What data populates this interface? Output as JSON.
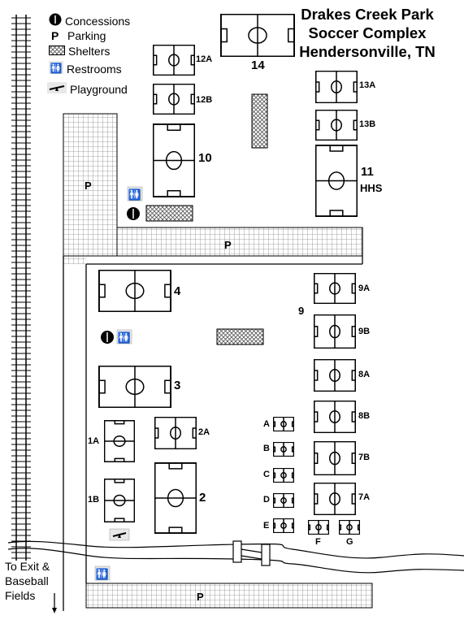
{
  "title": {
    "line1": "Drakes Creek Park",
    "line2": "Soccer Complex",
    "line3": "Hendersonville, TN"
  },
  "legend": {
    "concessions": "Concessions",
    "parking_symbol": "P",
    "parking": "Parking",
    "shelters": "Shelters",
    "restrooms": "Restrooms",
    "playground": "Playground"
  },
  "fields": {
    "f14": "14",
    "f12a": "12A",
    "f12b": "12B",
    "f13a": "13A",
    "f13b": "13B",
    "f10": "10",
    "f11_line1": "11",
    "f11_line2": "HHS",
    "f4": "4",
    "f3": "3",
    "f9": "9",
    "f9a": "9A",
    "f9b": "9B",
    "f8a": "8A",
    "f8b": "8B",
    "f7b": "7B",
    "f7a": "7A",
    "f1a": "1A",
    "f1b": "1B",
    "f2a": "2A",
    "f2": "2",
    "fA": "A",
    "fB": "B",
    "fC": "C",
    "fD": "D",
    "fE": "E",
    "fF": "F",
    "fG": "G"
  },
  "parking_labels": {
    "p_left": "P",
    "p_middle": "P",
    "p_bottom": "P"
  },
  "exit": {
    "line1": "To Exit &",
    "line2": "Baseball",
    "line3": "Fields"
  },
  "colors": {
    "ink": "#000000",
    "grid": "#7a7a7a",
    "background": "#ffffff"
  }
}
